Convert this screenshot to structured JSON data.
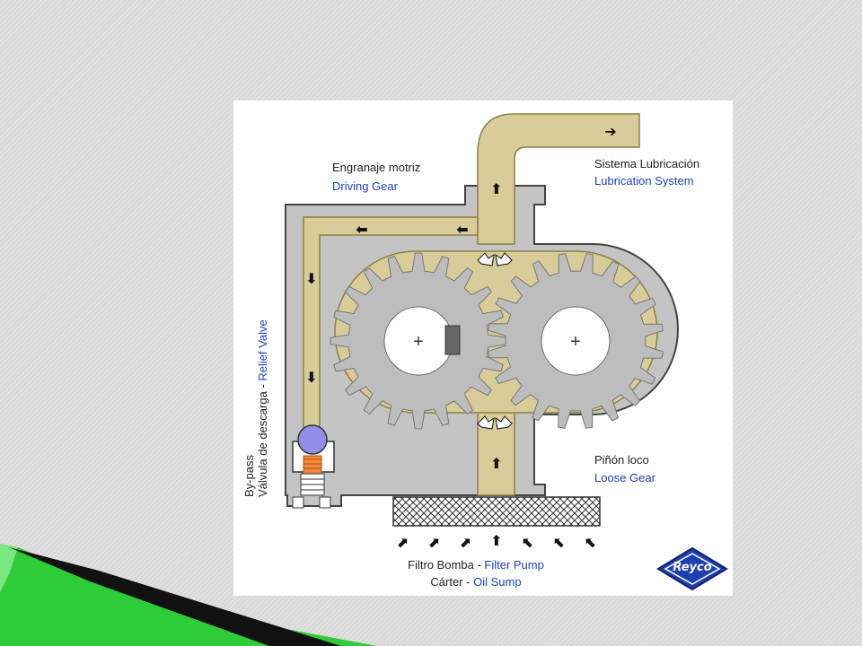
{
  "colors": {
    "oil": "#d8cc99",
    "oil_stroke": "#8c7f45",
    "housing": "#c4c4c4",
    "housing_stroke": "#444444",
    "gear": "#bdbdbd",
    "label_blue": "#1f3dc4",
    "accent_green": "#22c42b"
  },
  "labels": {
    "driving_gear_es": "Engranaje motriz",
    "driving_gear_en": "Driving Gear",
    "lubrication_es": "Sistema Lubricación",
    "lubrication_en": "Lubrication System",
    "loose_gear_es": "Piñón loco",
    "loose_gear_en": "Loose Gear",
    "bypass": "By-pass",
    "relief_es": "Válvula de descarga - ",
    "relief_en": "Relief Valve",
    "filter_es": "Filtro Bomba - ",
    "filter_en": "Filter Pump",
    "sump_es": "Cárter - ",
    "sump_en": "Oil Sump"
  },
  "logo": {
    "text": "Reyco"
  },
  "icons": [
    "arrow-right-icon",
    "arrow-up-icon",
    "arrow-left-icon",
    "arrow-down-icon",
    "gear-center-plus-icon",
    "logo-diamond-icon"
  ]
}
